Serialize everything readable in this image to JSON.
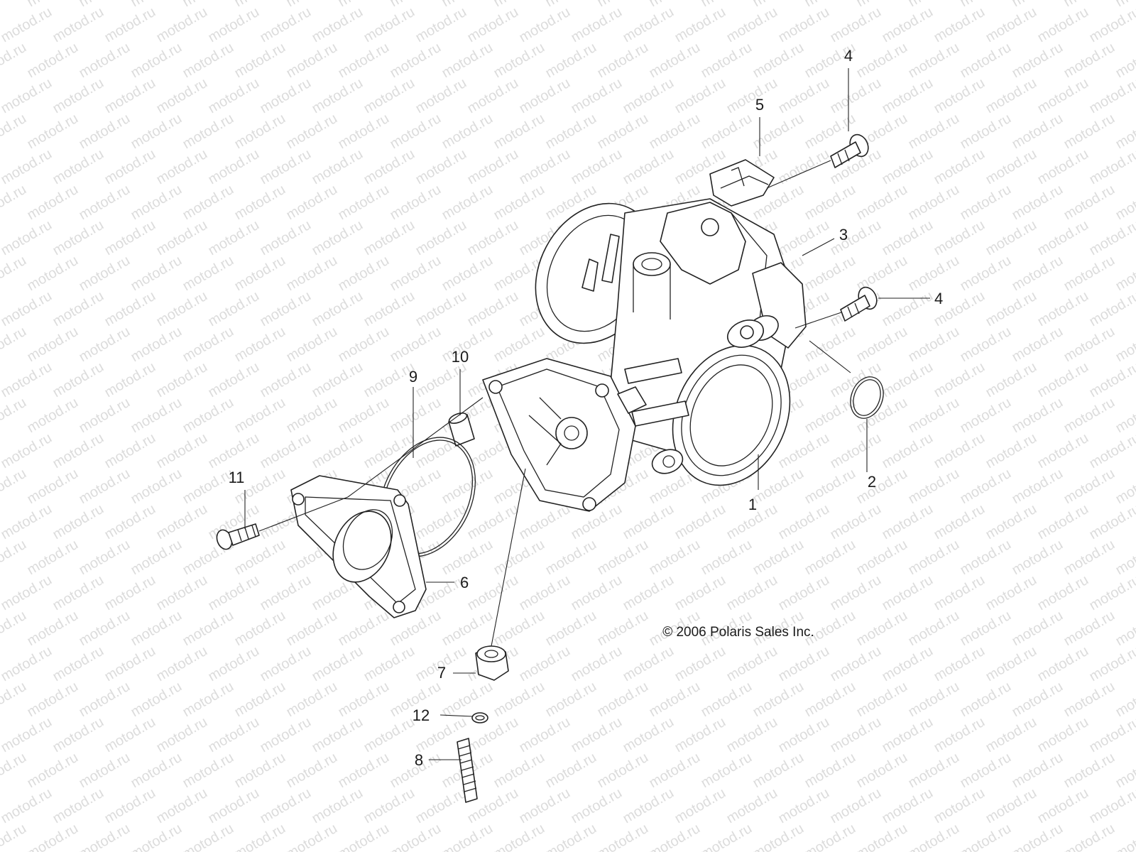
{
  "watermark": {
    "text": "motod.ru"
  },
  "copyright": "© 2006 Polaris Sales Inc.",
  "callouts": [
    {
      "id": "1",
      "label": "1"
    },
    {
      "id": "2",
      "label": "2"
    },
    {
      "id": "3",
      "label": "3"
    },
    {
      "id": "4a",
      "label": "4"
    },
    {
      "id": "4b",
      "label": "4"
    },
    {
      "id": "5",
      "label": "5"
    },
    {
      "id": "6",
      "label": "6"
    },
    {
      "id": "7",
      "label": "7"
    },
    {
      "id": "8",
      "label": "8"
    },
    {
      "id": "9",
      "label": "9"
    },
    {
      "id": "10",
      "label": "10"
    },
    {
      "id": "11",
      "label": "11"
    },
    {
      "id": "12",
      "label": "12"
    }
  ]
}
